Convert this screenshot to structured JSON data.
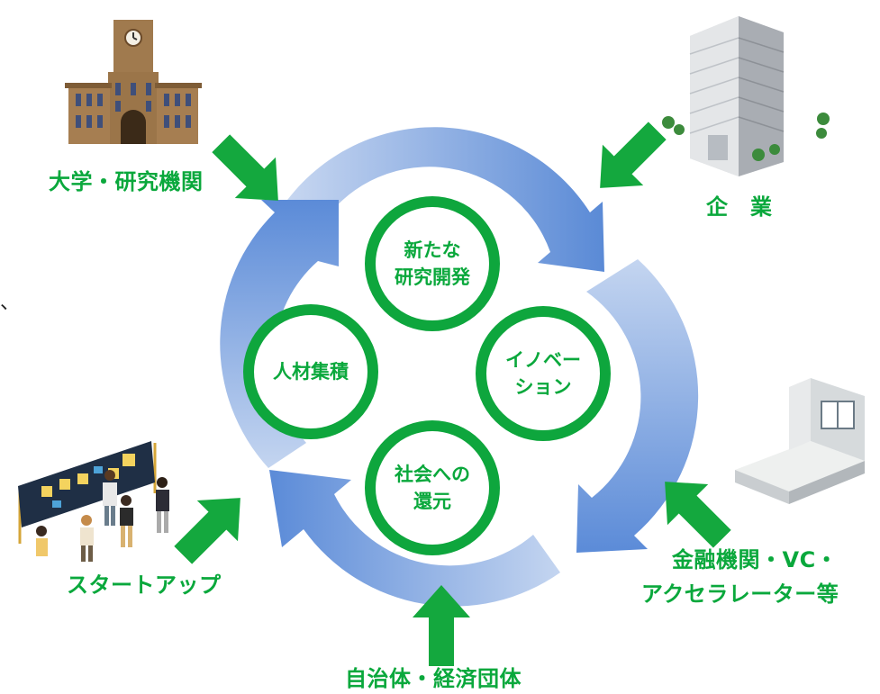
{
  "colors": {
    "accent_green": "#0ea63d",
    "label_green": "#0aa83c",
    "cycle_blue_dark": "#5b8bd8",
    "cycle_blue_light": "#c5d6f0"
  },
  "cycle_nodes": [
    {
      "label": "新たな\n研究開発"
    },
    {
      "label": "イノベー\nション"
    },
    {
      "label": "社会への\n還元"
    },
    {
      "label": "人材集積"
    }
  ],
  "actors": {
    "university": {
      "label": "大学・研究機関",
      "icon": "university-building-icon"
    },
    "company": {
      "label": "企　業",
      "icon": "office-building-icon"
    },
    "finance": {
      "label_line1": "金融機関・VC・",
      "label_line2": "アクセラレーター等",
      "icon": "office-room-icon"
    },
    "local_gov": {
      "label": "自治体・経済団体"
    },
    "startup": {
      "label": "スタートアップ",
      "icon": "startup-meeting-icon"
    }
  },
  "stray_mark": "、"
}
